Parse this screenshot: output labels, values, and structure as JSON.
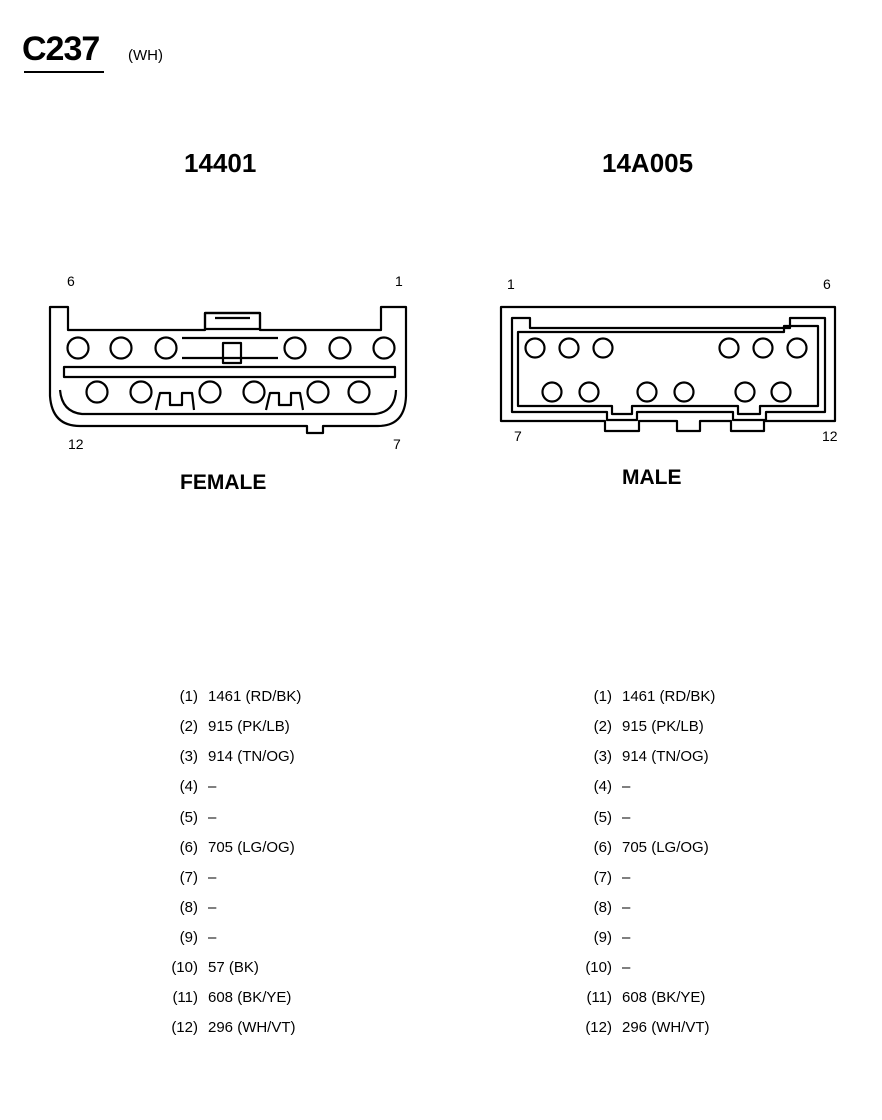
{
  "connector": {
    "id": "C237",
    "color_code": "(WH)"
  },
  "female": {
    "part_number": "14401",
    "label": "FEMALE",
    "pin_labels": {
      "top_left": "6",
      "top_right": "1",
      "bottom_left": "12",
      "bottom_right": "7"
    },
    "pins": [
      {
        "num": "(1)",
        "circuit": "1461 (RD/BK)"
      },
      {
        "num": "(2)",
        "circuit": "915 (PK/LB)"
      },
      {
        "num": "(3)",
        "circuit": "914 (TN/OG)"
      },
      {
        "num": "(4)",
        "circuit": "–"
      },
      {
        "num": "(5)",
        "circuit": "–"
      },
      {
        "num": "(6)",
        "circuit": "705 (LG/OG)"
      },
      {
        "num": "(7)",
        "circuit": "–"
      },
      {
        "num": "(8)",
        "circuit": "–"
      },
      {
        "num": "(9)",
        "circuit": "–"
      },
      {
        "num": "(10)",
        "circuit": "57 (BK)"
      },
      {
        "num": "(11)",
        "circuit": "608 (BK/YE)"
      },
      {
        "num": "(12)",
        "circuit": "296 (WH/VT)"
      }
    ]
  },
  "male": {
    "part_number": "14A005",
    "label": "MALE",
    "pin_labels": {
      "top_left": "1",
      "top_right": "6",
      "bottom_left": "7",
      "bottom_right": "12"
    },
    "pins": [
      {
        "num": "(1)",
        "circuit": "1461 (RD/BK)"
      },
      {
        "num": "(2)",
        "circuit": "915 (PK/LB)"
      },
      {
        "num": "(3)",
        "circuit": "914 (TN/OG)"
      },
      {
        "num": "(4)",
        "circuit": "–"
      },
      {
        "num": "(5)",
        "circuit": "–"
      },
      {
        "num": "(6)",
        "circuit": "705 (LG/OG)"
      },
      {
        "num": "(7)",
        "circuit": "–"
      },
      {
        "num": "(8)",
        "circuit": "–"
      },
      {
        "num": "(9)",
        "circuit": "–"
      },
      {
        "num": "(10)",
        "circuit": "–"
      },
      {
        "num": "(11)",
        "circuit": "608 (BK/YE)"
      },
      {
        "num": "(12)",
        "circuit": "296 (WH/VT)"
      }
    ]
  }
}
